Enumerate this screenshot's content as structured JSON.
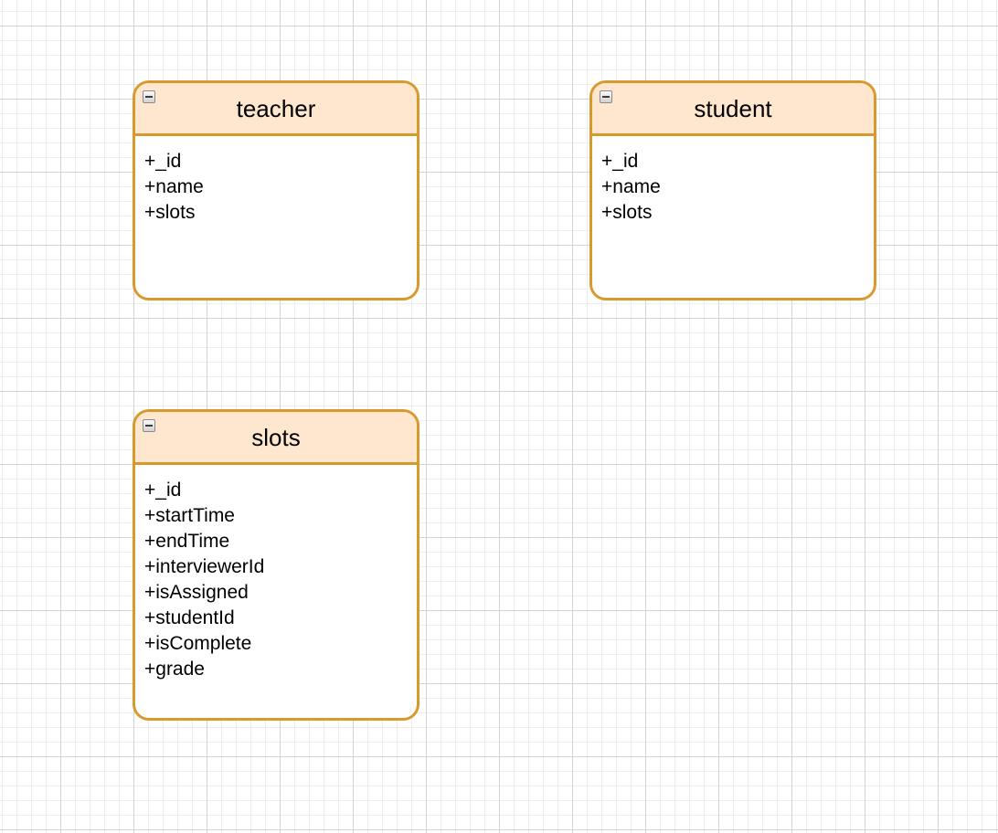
{
  "diagram": {
    "entities": [
      {
        "title": "teacher",
        "fields": [
          "+_id",
          "+name",
          "+slots"
        ]
      },
      {
        "title": "student",
        "fields": [
          "+_id",
          "+name",
          "+slots"
        ]
      },
      {
        "title": "slots",
        "fields": [
          "+_id",
          "+startTime",
          "+endTime",
          "+interviewerId",
          "+isAssigned",
          "+studentId",
          "+isComplete",
          "+grade"
        ]
      }
    ]
  },
  "colors": {
    "entity_border": "#d89a2c",
    "entity_header_fill": "#ffe6cf",
    "canvas_background": "#ffffff",
    "grid_major": "#d4d4d4",
    "grid_minor": "#eeeeee"
  },
  "icons": {
    "collapse": "collapse-minus-icon"
  }
}
